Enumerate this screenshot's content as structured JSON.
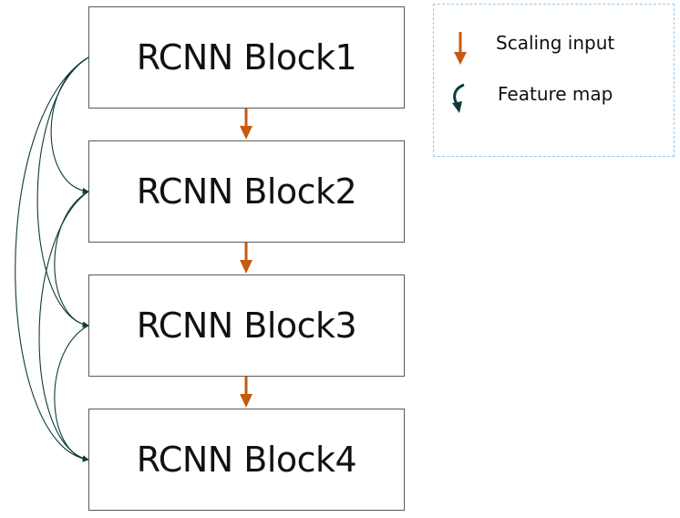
{
  "blocks": [
    {
      "label": "RCNN Block1"
    },
    {
      "label": "RCNN Block2"
    },
    {
      "label": "RCNN Block3"
    },
    {
      "label": "RCNN Block4"
    }
  ],
  "legend": {
    "scaling_input": {
      "label": "Scaling input",
      "icon": "down-arrow-icon",
      "color": "#c55a11"
    },
    "feature_map": {
      "label": "Feature map",
      "icon": "curved-arrow-icon",
      "color": "#0f3b3b"
    }
  },
  "colors": {
    "scaling_arrow": "#c55a11",
    "feature_curve": "#0f3b3b",
    "block_border": "#595959",
    "legend_border": "#9dc3e6"
  }
}
